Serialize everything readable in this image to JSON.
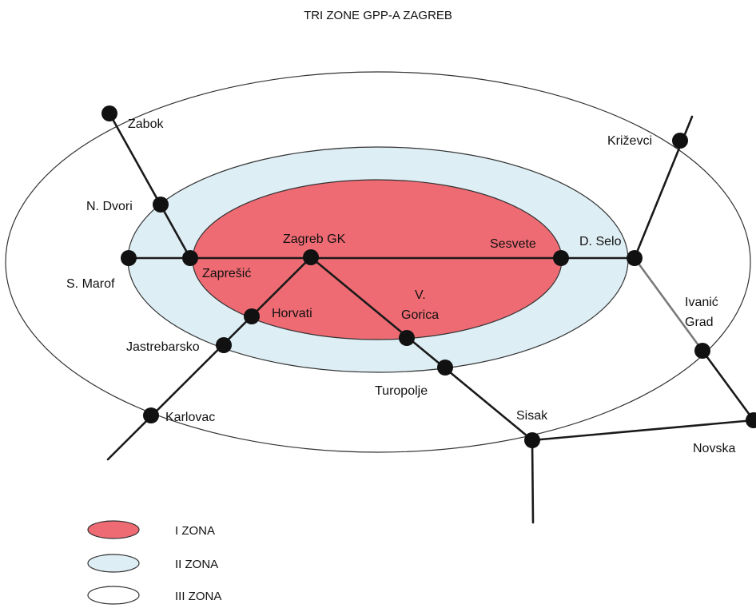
{
  "title": "TRI ZONE GPP-A ZAGREB",
  "colors": {
    "zone1": "#ef6b73",
    "zone2": "#deeef5",
    "zone3": "#ffffff",
    "outline": "#333333",
    "track": "#1a1a1a",
    "node": "#111111"
  },
  "stations": {
    "zabok": "Zabok",
    "n_dvori": "N. Dvori",
    "s_marof": "S. Marof",
    "zapresic": "Zaprešić",
    "zagreb_gk": "Zagreb GK",
    "sesvete": "Sesvete",
    "d_selo": "D. Selo",
    "krizevci": "Križevci",
    "ivanic_grad_1": "Ivanić",
    "ivanic_grad_2": "Grad",
    "horvati": "Horvati",
    "v_gorica_1": "V.",
    "v_gorica_2": "Gorica",
    "jastrebarsko": "Jastrebarsko",
    "turopolje": "Turopolje",
    "karlovac": "Karlovac",
    "sisak": "Sisak",
    "novska": "Novska"
  },
  "legend": [
    {
      "label": "I ZONA",
      "color": "#ef6b73"
    },
    {
      "label": "II ZONA",
      "color": "#deeef5"
    },
    {
      "label": "III ZONA",
      "color": "#ffffff"
    }
  ]
}
